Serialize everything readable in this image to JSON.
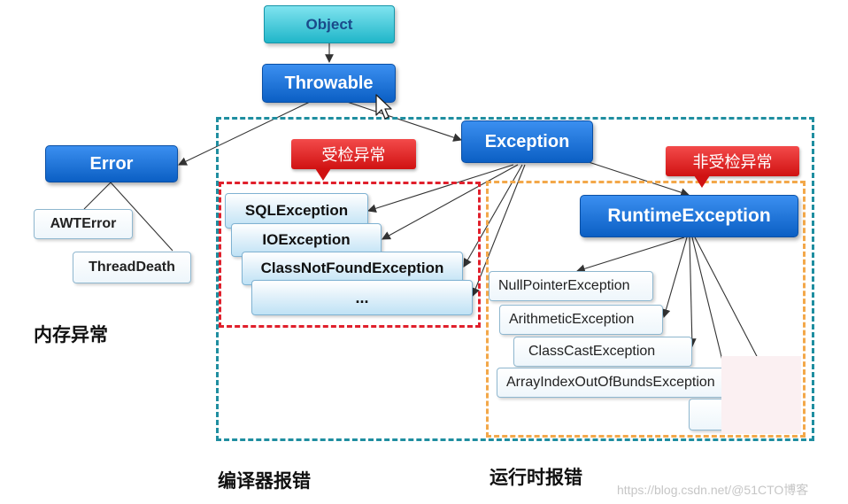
{
  "nodes": {
    "object": "Object",
    "throwable": "Throwable",
    "error": "Error",
    "exception": "Exception",
    "runtime_exception": "RuntimeException",
    "awt_error": "AWTError",
    "thread_death": "ThreadDeath",
    "sql_exception": "SQLException",
    "io_exception": "IOException",
    "class_not_found_exception": "ClassNotFoundException",
    "checked_more": "...",
    "null_pointer_exception": "NullPointerException",
    "arithmetic_exception": "ArithmeticException",
    "class_cast_exception": "ClassCastException",
    "array_index_exception": "ArrayIndexOutOfBundsException"
  },
  "callouts": {
    "checked": "受检异常",
    "unchecked": "非受检异常"
  },
  "captions": {
    "memory": "内存异常",
    "compiler": "编译器报错",
    "runtime": "运行时报错"
  },
  "watermark": "https://blog.csdn.net/@51CTO博客",
  "colors": {
    "primary_blue": "#0b5fc4",
    "cyan": "#20b6c9",
    "teal_border": "#1f8ea0",
    "red_border": "#e0202c",
    "orange_border": "#f3a84a",
    "callout_red": "#d01212"
  }
}
